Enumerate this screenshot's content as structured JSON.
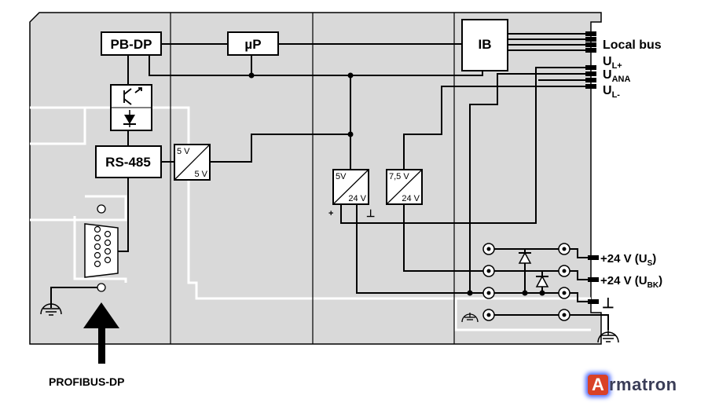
{
  "blocks": {
    "pbdp": "PB-DP",
    "up": "µP",
    "ib": "IB",
    "rs485": "RS-485"
  },
  "converters": {
    "c1_in": "5 V",
    "c1_out": "5 V",
    "c2_in": "5V",
    "c2_out": "24 V",
    "c3_in": "7,5 V",
    "c3_out": "24 V"
  },
  "polarity": {
    "plus": "+",
    "ground": "⊥"
  },
  "outputs": {
    "local_bus": "Local bus",
    "ul_plus_main": "U",
    "ul_plus_sub": "L+",
    "uana_main": "U",
    "uana_sub": "ANA",
    "ul_minus_main": "U",
    "ul_minus_sub": "L-"
  },
  "supplies": {
    "us_prefix": "+24 V (U",
    "us_sub": "S",
    "ubk_prefix": "+24 V (U",
    "ubk_sub": "BK",
    "suffix": ")",
    "ground": "⊥"
  },
  "input_label": "PROFIBUS-DP",
  "brand": {
    "letter": "A",
    "name": "rmatron"
  },
  "colors": {
    "panel": "#d9d9d9",
    "line": "#000000",
    "brand_red": "#d94127",
    "brand_glow": "#4d6bff",
    "brand_text": "#3a3d57"
  }
}
